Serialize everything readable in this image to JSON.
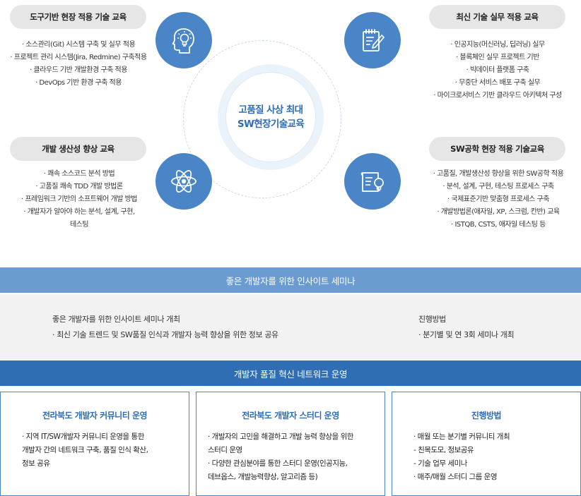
{
  "center": {
    "line1": "고품질 사상 최대",
    "line2": "SW현장기술교육"
  },
  "topLeft": {
    "title": "도구기반 현장 적용 기술 교육",
    "icon": "head-lightbulb-icon",
    "items": [
      "· 소스관리(Git) 시스템 구축 및 실무 적용",
      "· 프로젝트 관리 시스템(Jira, Redmine) 구축적용",
      "· 클라우드 기반 개발환경 구축 적용",
      "· DevOps 기반 환경 구축 적용"
    ]
  },
  "topRight": {
    "title": "최신 기술 실무 적용 교육",
    "icon": "notepad-pencil-icon",
    "items": [
      "· 인공지능(머신러닝, 딥러닝) 실무",
      "· 블록체인 실무 프로젝트 기반",
      "· 빅데이터 플랫폼 구축",
      "· 무중단 서비스 배포 구축 실무",
      "· 마이크로서비스 기반 클라우드 아키텍처 구성"
    ]
  },
  "bottomLeft": {
    "title": "개발 생산성 향상 교육",
    "icon": "atom-icon",
    "items": [
      "· 쾌속 소스코드 분석 방법",
      "· 고품질 쾌속 TDD 개발 방법론",
      "· 프레임워크 기반의 소프트웨어 개발 방법",
      "· 개발자가 알아야 하는 분석, 설계, 구현,",
      "테스팅"
    ]
  },
  "bottomRight": {
    "title": "SW공학 현장 적용 기술교육",
    "icon": "document-lightbulb-icon",
    "items": [
      "· 고품질, 개발생산성 향상을 위한 SW공학 적용",
      "· 분석, 설계, 구현, 테스팅 프로세스 구축",
      "· 국제표준기반 맞춤형 프로세스 구축",
      "· 개발방법론(애자일, XP, 스크럼, 칸반) 교육",
      "· ISTQB, CSTS, 애자일 테스팅 등"
    ]
  },
  "seminar": {
    "band": "좋은 개발자를 위한 인사이트 세미나",
    "left": [
      "좋은 개발자를 위한 인사이트 세미나 개최",
      "· 최신 기술 트렌드 및 SW품질 인식과 개발자 능력 향상을 위한 정보 공유"
    ],
    "right": [
      "진행방법",
      "· 분기별 및 연 3회 세미나 개최"
    ]
  },
  "network": {
    "band": "개발자 품질 혁신 네트워크 운영",
    "boxes": [
      {
        "title": "전라북도 개발자 커뮤니티 운영",
        "items": [
          "· 지역 IT/SW개발자 커뮤니티 운영을 통한",
          "개발자 간의 네트워크 구축, 품질 인식 확산,",
          "정보 공유"
        ]
      },
      {
        "title": "전라북도 개발자 스터디 운영",
        "items": [
          "· 개발자의 고민을 해결하고 개발 능력 향상을 위한",
          "스터디 운영",
          "· 다양한 관심분야를 통한 스터디 운영(인공지능,",
          "데브옵스, 개발능력향상, 알고리즘 등)"
        ]
      },
      {
        "title": "진행방법",
        "items": [
          "· 매월 또는 분기별 커뮤니티 개최",
          "- 친목도모, 정보공유",
          "- 기술 업무 세미나",
          "· 매주/매월 스터디 그룹 운영"
        ]
      }
    ]
  },
  "colors": {
    "primary": "#2f6db5",
    "secondary": "#6a9bd1",
    "pill": "#e6e6e6",
    "panel": "#f2f2f2"
  }
}
